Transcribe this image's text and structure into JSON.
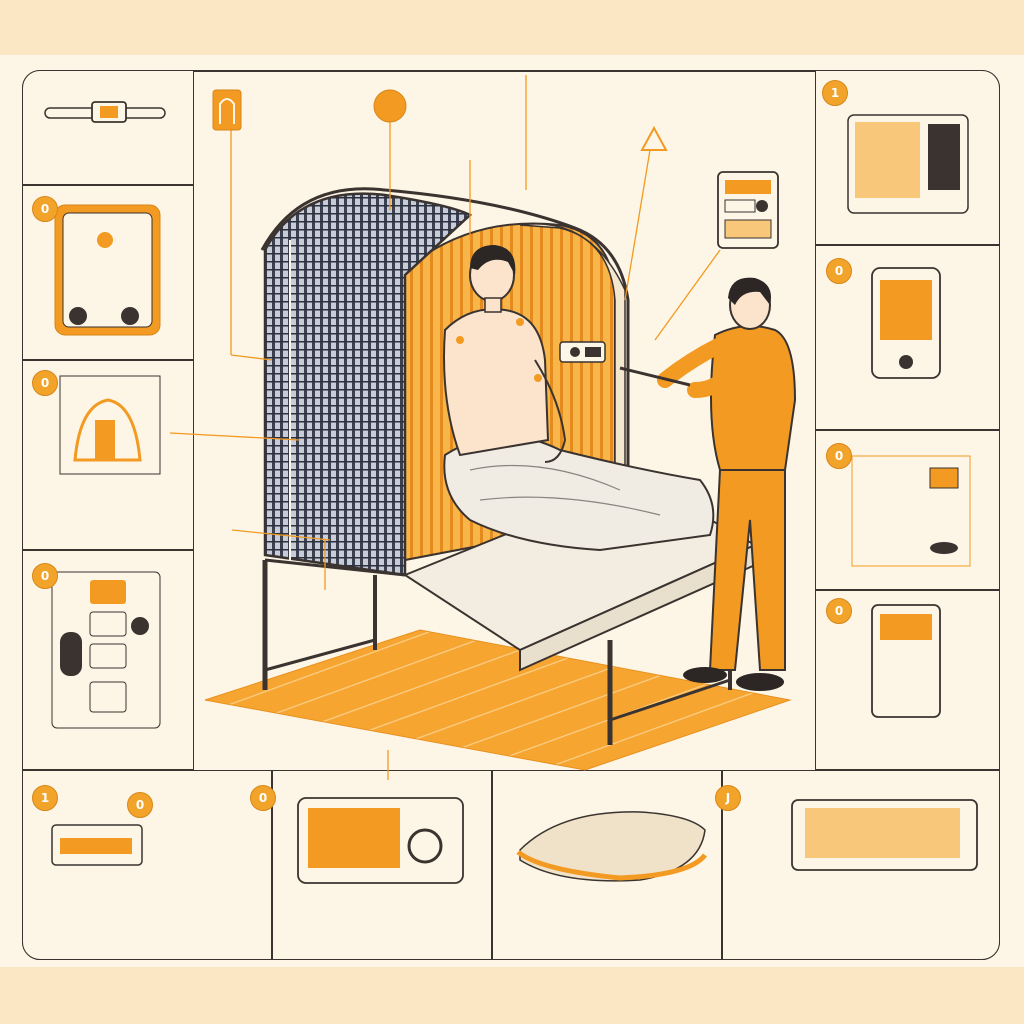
{
  "colors": {
    "accent": "#f29a21",
    "accent_light": "#f8c77a",
    "ink": "#3a3330",
    "paper": "#fdf6e6",
    "band": "#fbe7c3"
  },
  "badges": {
    "b1": "1",
    "b2": "0",
    "b3": "0",
    "b4": "0",
    "b5": "1",
    "b6": "0",
    "b7": "0",
    "b8": "0",
    "b9": "0",
    "b10": "0",
    "b11": "J"
  },
  "icons": {
    "warning": "warning-triangle-icon",
    "flame": "flame-icon"
  }
}
